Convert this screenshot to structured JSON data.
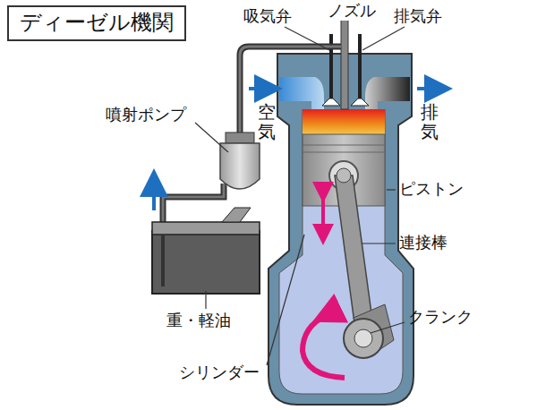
{
  "diagram": {
    "title": "ディーゼル機関",
    "labels": [
      "吸気弁",
      "ノズル",
      "排気弁",
      "空気",
      "排気",
      "噴射ポンプ",
      "ピストン",
      "連接棒",
      "重・軽油",
      "クランク",
      "シリンダー"
    ]
  }
}
